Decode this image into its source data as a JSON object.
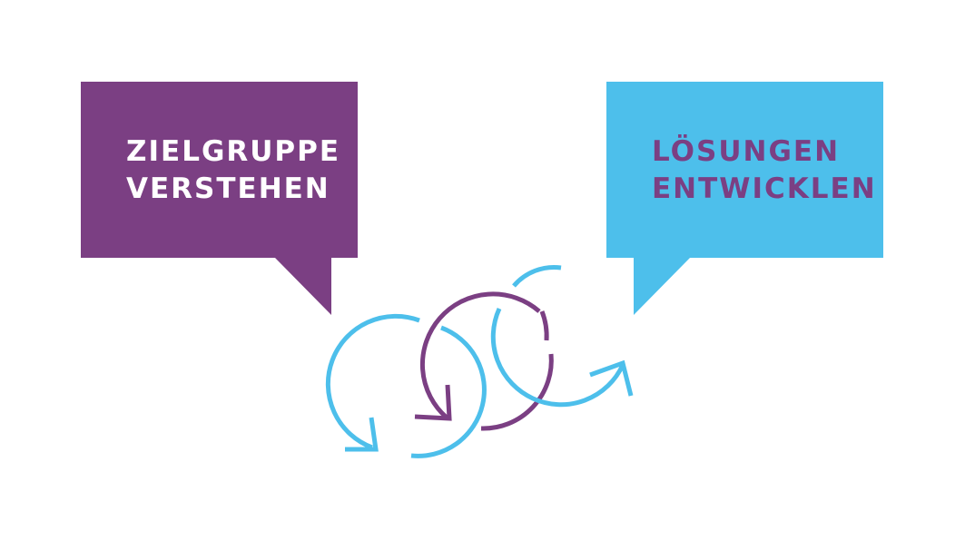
{
  "colors": {
    "purple": "#7B3F83",
    "blue": "#4DBFEB",
    "background": "#FFFFFF"
  },
  "left_bubble": {
    "lines": [
      "ZIELGRUPPE",
      "VERSTEHEN"
    ],
    "fill": "#7B3F83",
    "text_color": "#FFFFFF"
  },
  "right_bubble": {
    "lines": [
      "LÖSUNGEN",
      "ENTWICKLEN"
    ],
    "fill": "#4DBFEB",
    "text_color": "#7B3F83"
  },
  "cycle_graphic": {
    "loops": [
      {
        "color": "blue",
        "direction": "clockwise-down"
      },
      {
        "color": "purple",
        "direction": "clockwise-down"
      },
      {
        "color": "blue",
        "direction": "up-right"
      }
    ]
  }
}
